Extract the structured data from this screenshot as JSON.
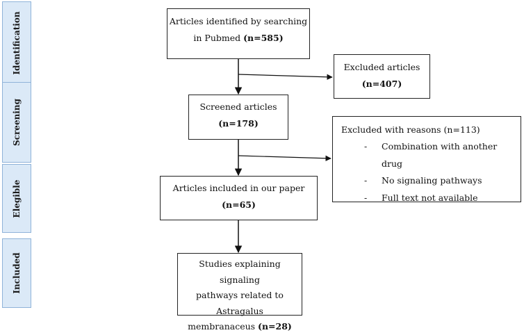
{
  "phases": [
    {
      "label": "Identification"
    },
    {
      "label": "Screening"
    },
    {
      "label": "Elegible"
    },
    {
      "label": "Included"
    }
  ],
  "boxes": {
    "identified": {
      "text": "Articles identified by searching",
      "text2": "in Pubmed",
      "count": "(n=585)"
    },
    "excluded1": {
      "text": "Excluded articles",
      "count": "(n=407)"
    },
    "screened": {
      "text": "Screened articles",
      "count": "(n=178)"
    },
    "excluded2": {
      "title": "Excluded with reasons (n=113)",
      "reasons": [
        "Combination with another drug",
        "No signaling pathways",
        "Full text not available"
      ]
    },
    "included_paper": {
      "text": "Articles included in our paper",
      "count": "(n=65)"
    },
    "studies": {
      "text": "Studies explaining signaling",
      "text2": "pathways related to Astragalus",
      "text3": "membranaceus",
      "count": "(n=28)"
    }
  }
}
